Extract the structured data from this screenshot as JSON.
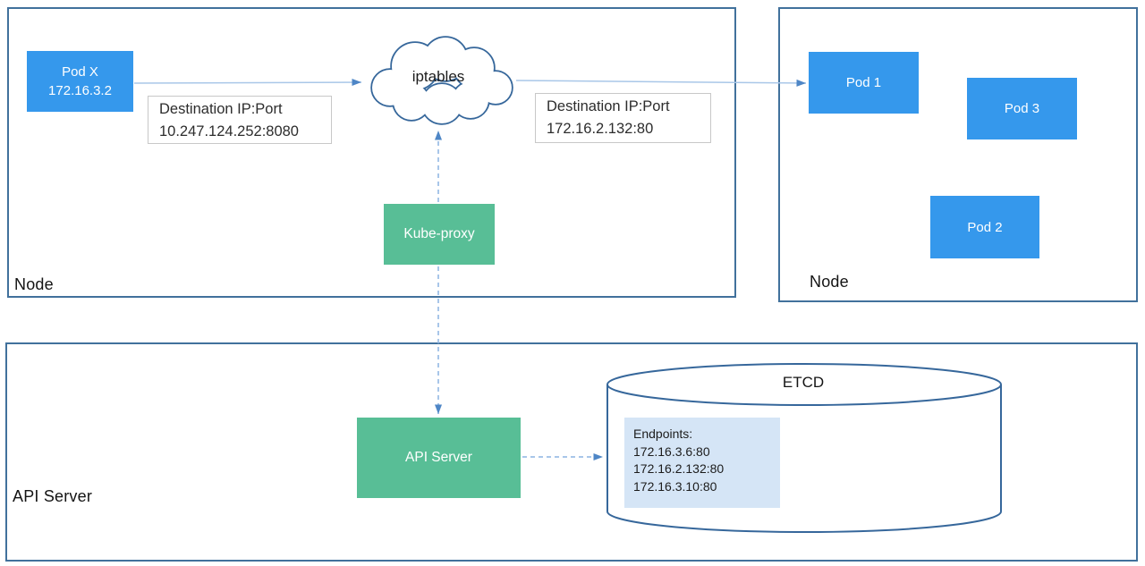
{
  "colors": {
    "pod_fill": "#3598EC",
    "service_fill": "#58BE96",
    "container_border": "#41719C",
    "shape_stroke": "#36679B",
    "solid_line": "#A9C7E8",
    "dashed_line": "#8CB4E2",
    "arrowhead": "#4E86C6",
    "endpoints_bg": "#D5E5F6",
    "label_box_border": "#C8C8C8"
  },
  "node_left": {
    "label": "Node",
    "pod_x": {
      "line1": "Pod X",
      "line2": "172.16.3.2"
    },
    "dest_before": {
      "line1": "Destination IP:Port",
      "line2": "10.247.124.252:8080"
    },
    "iptables_label": "iptables",
    "kube_proxy_label": "Kube-proxy",
    "dest_after": {
      "line1": "Destination IP:Port",
      "line2": "172.16.2.132:80"
    }
  },
  "node_right": {
    "label": "Node",
    "pod1": "Pod 1",
    "pod2": "Pod 2",
    "pod3": "Pod 3"
  },
  "api_section": {
    "label": "API Server",
    "api_server_label": "API Server",
    "etcd_title": "ETCD",
    "endpoints": [
      "Endpoints:",
      "172.16.3.6:80",
      "172.16.2.132:80",
      "172.16.3.10:80"
    ]
  }
}
